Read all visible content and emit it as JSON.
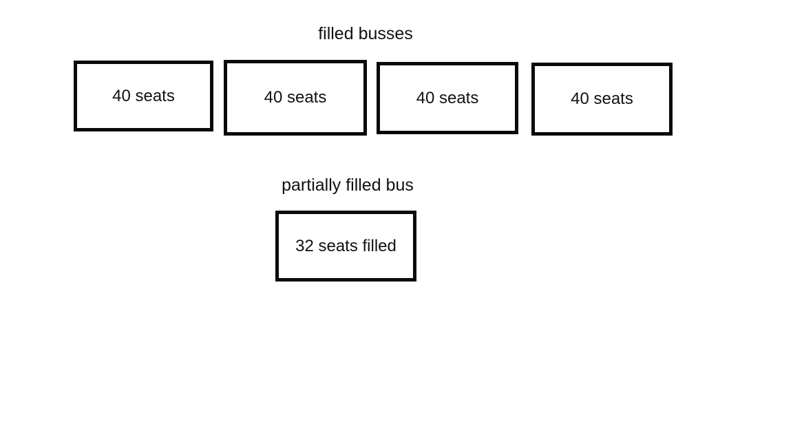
{
  "diagram": {
    "background_color": "#ffffff",
    "border_color": "#0a0a0a",
    "text_color": "#111111",
    "sections": [
      {
        "title": "filled busses",
        "boxes": [
          {
            "label": "40 seats"
          },
          {
            "label": "40 seats"
          },
          {
            "label": "40 seats"
          },
          {
            "label": "40 seats"
          }
        ]
      },
      {
        "title": "partially filled bus",
        "boxes": [
          {
            "label": "32 seats filled"
          }
        ]
      }
    ]
  }
}
